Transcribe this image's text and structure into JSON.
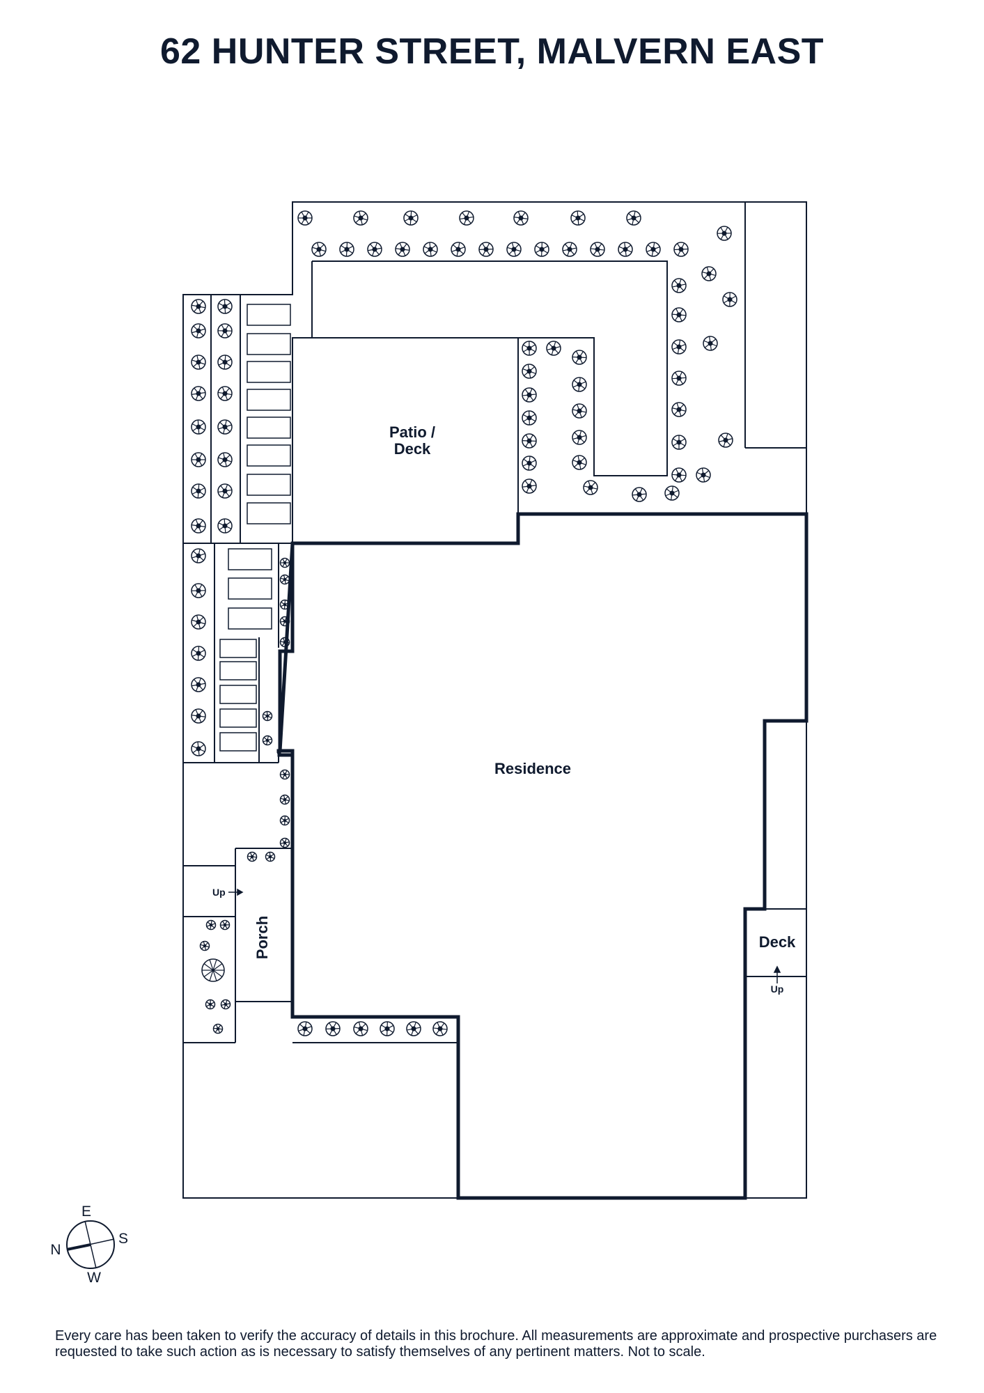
{
  "title": "62 HUNTER STREET, MALVERN EAST",
  "rooms": {
    "patio_line1": "Patio /",
    "patio_line2": "Deck",
    "residence": "Residence",
    "porch": "Porch",
    "deck": "Deck"
  },
  "stairs": {
    "porch_up": "Up",
    "deck_up": "Up"
  },
  "compass": {
    "north": "N",
    "east": "E",
    "south": "S",
    "west": "W"
  },
  "disclaimer": "Every care has been taken to verify the accuracy of details in this brochure. All measurements are approximate and prospective purchasers are requested to take such action as is necessary to satisfy themselves of any pertinent matters. Not to scale.",
  "colors": {
    "ink": "#0f1a2e",
    "background": "#ffffff"
  },
  "icon_names": [
    "shrub-icon",
    "tree-icon",
    "compass-icon",
    "arrow-right-icon",
    "arrow-up-icon"
  ]
}
